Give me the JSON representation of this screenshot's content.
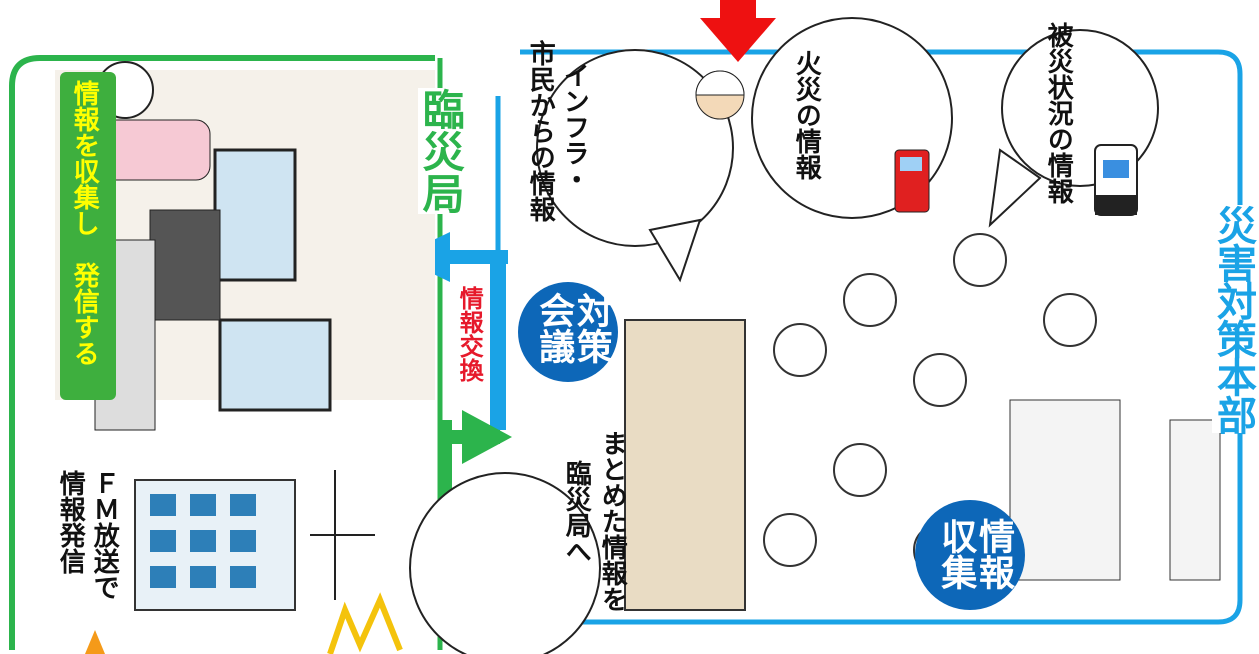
{
  "labels": {
    "hq_title": "災害対策本部",
    "info_collect": "情報収集",
    "council": "対策会議",
    "bubble_damage": "被災状況の情報",
    "bubble_fire": "火災の情報",
    "bubble_infra_line1": "インフラ・",
    "bubble_infra_line2": "市民からの情報",
    "office_title": "臨災局",
    "exchange": "情報交換",
    "collect_send": "情報を収集し　発信する",
    "summary_line1": "まとめた情報を",
    "summary_line2": "臨災局へ",
    "fm_line1": "ＦＭ放送で",
    "fm_line2": "情報発信"
  },
  "colors": {
    "hq_frame": "#1aa3e6",
    "office_frame": "#2cb44c",
    "badge_blue": "#0d67b8",
    "arrow_red": "#ee1111",
    "exchange_text": "#e6192b"
  },
  "icons": [
    "police-car-icon",
    "fire-truck-icon",
    "hardhat-worker-icon",
    "radio-tower-icon",
    "building-icon"
  ]
}
